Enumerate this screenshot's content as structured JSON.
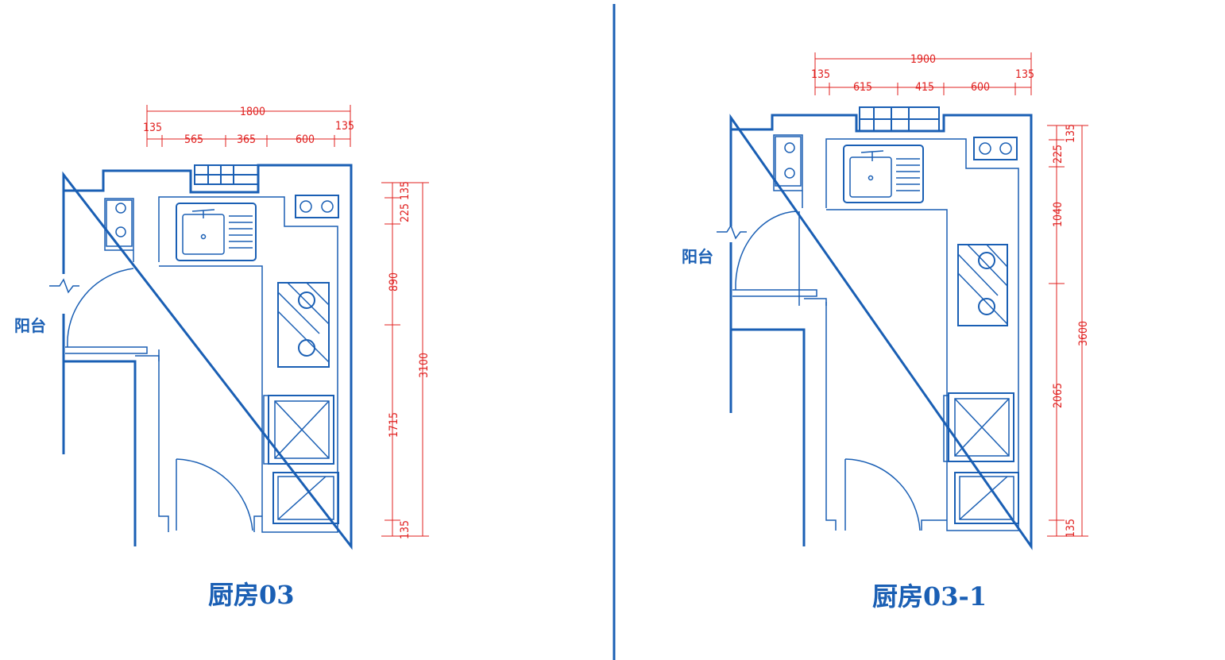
{
  "left_plan": {
    "title": "厨房03",
    "balcony_label": "阳台",
    "dims_top": {
      "overall": "1800",
      "segments": [
        "135",
        "565",
        "365",
        "600",
        "135"
      ]
    },
    "dims_right": {
      "segments": [
        "135",
        "225",
        "890",
        "1715",
        "135"
      ],
      "overall": "3100"
    }
  },
  "right_plan": {
    "title": "厨房03-1",
    "balcony_label": "阳台",
    "dims_top": {
      "overall": "1900",
      "segments": [
        "135",
        "615",
        "415",
        "600",
        "135"
      ]
    },
    "dims_right": {
      "segments": [
        "135",
        "225",
        "1040",
        "2065",
        "135"
      ],
      "overall": "3600"
    }
  },
  "colors": {
    "plan_line": "#1a5fb4",
    "dimension": "#e0201f",
    "background": "#ffffff"
  }
}
